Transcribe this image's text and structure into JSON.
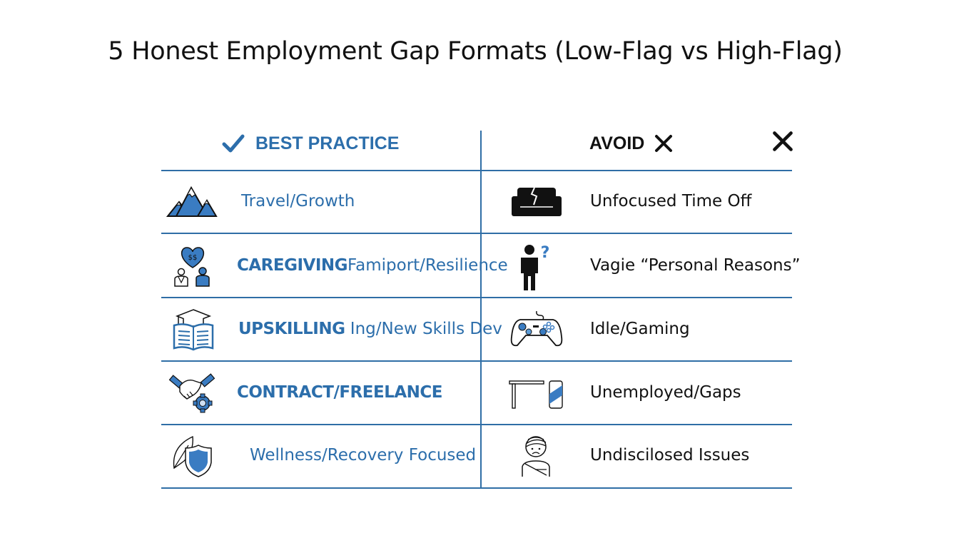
{
  "title": "5 Honest Employment Gap Formats (Low-Flag vs High-Flag)",
  "colors": {
    "accent_blue": "#2c6eab",
    "line_blue": "#2f6ea6",
    "text_dark": "#111111"
  },
  "header": {
    "left_label": "BEST PRACTICE",
    "left_icon": "checkmark-icon",
    "right_label": "AVOID",
    "right_icons": [
      "x-icon",
      "x-icon"
    ]
  },
  "rows": [
    {
      "best": {
        "icon": "mountains-icon",
        "bold": "",
        "text": "Travel/Growth"
      },
      "avoid": {
        "icon": "broken-couch-icon",
        "text": "Unfocused Time Off"
      }
    },
    {
      "best": {
        "icon": "caregiving-heart-people-icon",
        "bold": "CAREGIVING",
        "text": "Famiport/Resilience"
      },
      "avoid": {
        "icon": "person-question-icon",
        "text": "Vagie “Personal Reasons”"
      }
    },
    {
      "best": {
        "icon": "graduation-book-icon",
        "bold": "UPSKILLING",
        "text": " Ing/New Skills Dev"
      },
      "avoid": {
        "icon": "game-controller-icon",
        "text": "Idle/Gaming"
      }
    },
    {
      "best": {
        "icon": "handshake-gear-icon",
        "bold": "CONTRACT/FREELANCE",
        "text": ""
      },
      "avoid": {
        "icon": "desk-can-icon",
        "text": "Unemployed/Gaps"
      }
    },
    {
      "best": {
        "icon": "leaf-shield-icon",
        "bold": "",
        "text": "Wellness/Recovery Focused"
      },
      "avoid": {
        "icon": "bandaged-person-icon",
        "text": "Undiscilosed Issues"
      }
    }
  ]
}
